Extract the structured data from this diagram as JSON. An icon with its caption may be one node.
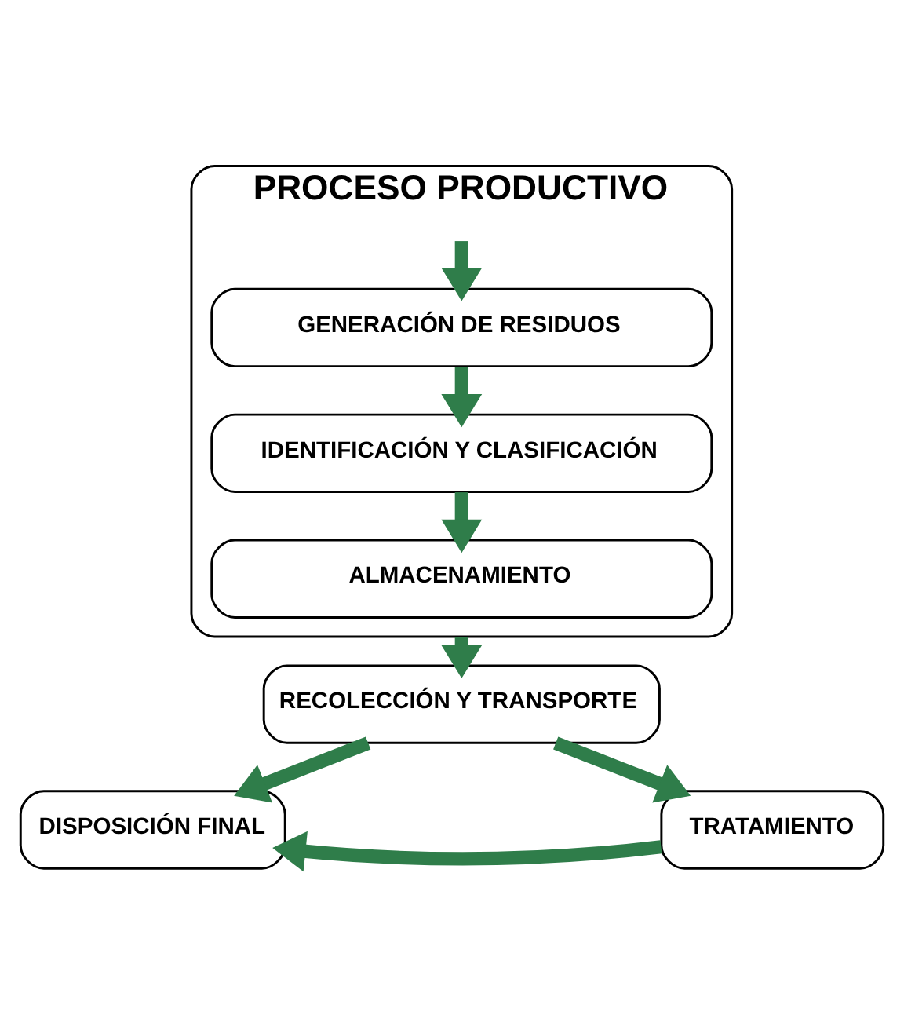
{
  "diagram": {
    "nodes": [
      {
        "text": [
          "PROCESO PRODUCTIVO"
        ]
      },
      {
        "text": [
          "GENERACIÓN DE RESIDUOS"
        ],
        "in": 0
      },
      {
        "text": [
          "IDENTIFICACIÓN Y CLASIFICACIÓN"
        ],
        "in": 0
      },
      {
        "text": [
          "ALMACENAMIENTO"
        ],
        "in": 0
      },
      {
        "text": [
          "RECOLECCIÓN Y TRANSPORTE"
        ]
      },
      {
        "text": [
          "DISPOSICIÓN FINAL"
        ]
      },
      {
        "text": [
          "TRATAMIENTO"
        ]
      }
    ],
    "edges": [
      {
        "from": 0,
        "to": 1,
        "arrow": "to"
      },
      {
        "from": 1,
        "to": 2,
        "arrow": "to"
      },
      {
        "from": 2,
        "to": 3,
        "arrow": "to"
      },
      {
        "from": 0,
        "to": 4,
        "arrow": "to"
      },
      {
        "from": 4,
        "to": 5,
        "arrow": "to"
      },
      {
        "from": 4,
        "to": 6,
        "arrow": "to"
      },
      {
        "from": 6,
        "to": 5,
        "arrow": "to"
      }
    ]
  }
}
